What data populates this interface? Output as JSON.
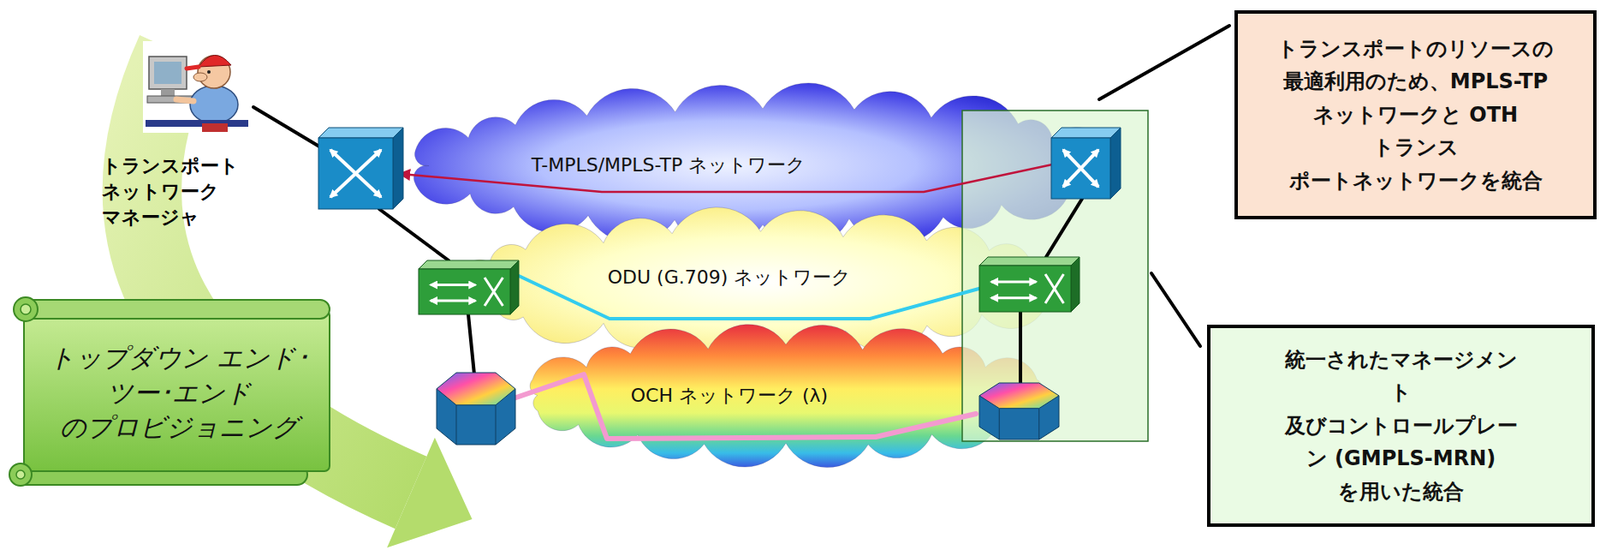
{
  "diagram": {
    "nodes": [
      {
        "text": [
          "T-MPLS/MPLS-TP ネットワーク"
        ]
      },
      {
        "text": [
          "ODU (G.709) ネットワーク"
        ]
      },
      {
        "text": [
          "OCH ネットワーク (λ)"
        ]
      },
      {
        "text": [
          "トランスポートのリソースの 最適利用のため、MPLS-TP ネットワークと OTH トランス ポートネットワークを統合"
        ]
      },
      {
        "text": [
          "統一されたマネージメント 及びコントロールプレーン (GMPLS-MRN) を用いた統合"
        ]
      },
      {
        "text": [
          "トップダウン エンド･ツー･エンド のプロビジョニング"
        ]
      }
    ],
    "labels": [
      "トランスポート ネットワーク マネージャ"
    ]
  }
}
